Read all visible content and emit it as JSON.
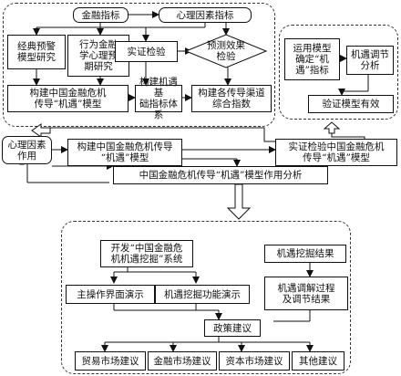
{
  "nodes": {
    "finance_indicator": "金融指标",
    "psych_indicator": "心理因素指标",
    "classic_warning": "经典预警\n模型研究",
    "behavior_finance": "行为金融\n学心理预\n期研究",
    "empirical_test": "实证检验",
    "forecast_test": "预测效果\n检验",
    "build_model_left": "构建中国金融危机\n传导“机遇”模型",
    "build_base_index": "构建机遇基\n础指标体系",
    "build_channel_index": "构建各传导渠道\n综合指数",
    "apply_model": "运用模型\n确定“机\n遇”指标",
    "opportunity_adjust": "机遇调节\n分析",
    "validate_model": "验证模型有效",
    "psych_factor_effect": "心理因素\n作用",
    "build_model_mid": "构建中国金融危机传导\n“机遇”模型",
    "empirical_mid": "实证检验中国金融危机\n传导“机遇”模型",
    "model_effect": "中国金融危机传导“机遇”模型作用分析",
    "develop_system": "开发“中国金融危\n机机遇挖掘”系统",
    "mining_results": "机遇挖掘结果",
    "main_ui_demo": "主操作界面演示",
    "mining_demo": "机遇挖掘功能演示",
    "adjust_process": "机遇调解过程\n及调节结果",
    "policy": "政策建议",
    "trade_market": "贸易市场建议",
    "finance_market": "金融市场建议",
    "capital_market": "资本市场建议",
    "other": "其他建议"
  }
}
